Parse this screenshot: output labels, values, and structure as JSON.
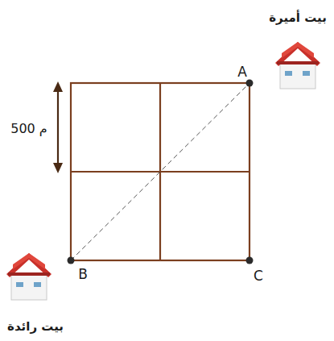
{
  "diagram": {
    "labels": [
      "بيت أميرة",
      "A",
      "500 م",
      "B",
      "C",
      "بيت رائدة"
    ]
  }
}
